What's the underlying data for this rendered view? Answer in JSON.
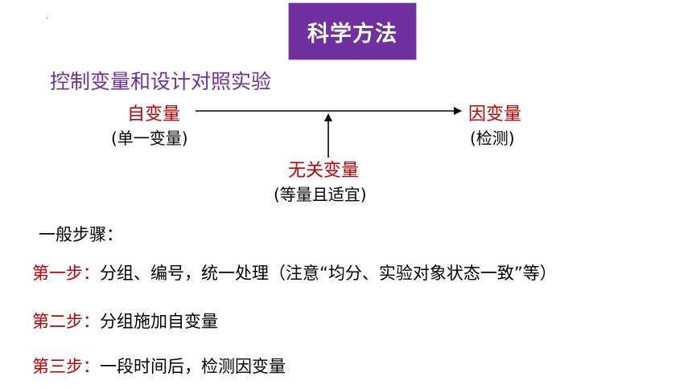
{
  "title": "科学方法",
  "subtitle": "控制变量和设计对照实验",
  "diagram": {
    "independent": {
      "label": "自变量",
      "note": "(单一变量)"
    },
    "dependent": {
      "label": "因变量",
      "note": "(检测)"
    },
    "irrelevant": {
      "label": "无关变量",
      "note": "(等量且适宜)"
    }
  },
  "steps_title": "一般步骤：",
  "steps": [
    {
      "head": "第一步：",
      "text": "分组、编号，统一处理（注意“均分、实验对象状态一致”等）"
    },
    {
      "head": "第二步：",
      "text": "分组施加自变量"
    },
    {
      "head": "第三步：",
      "text": "一段时间后，检测因变量"
    }
  ],
  "colors": {
    "accent_purple": "#7030a0",
    "accent_red": "#c00000"
  }
}
